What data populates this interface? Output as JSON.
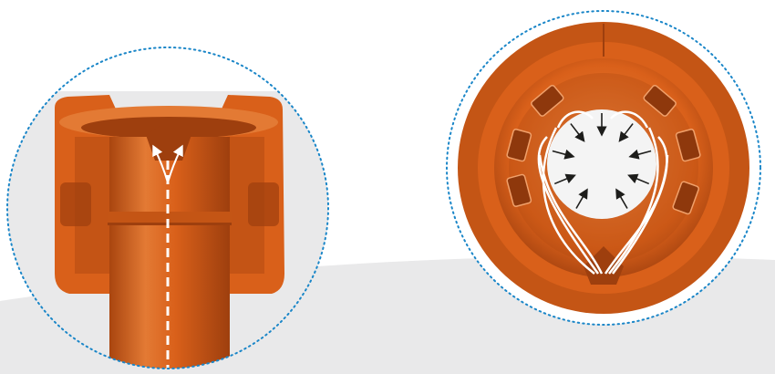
{
  "colors": {
    "background": "#ffffff",
    "backdrop_gray": "#e9e9ea",
    "part_orange": "#d9601a",
    "part_dark": "#9e3f0e",
    "part_light": "#ee8a45",
    "dotted_circle": "#1a86c8",
    "flow_arrow": "#ffffff",
    "flow_arrow_dark": "#1d1d1b",
    "cavity_white": "#f4f4f4"
  },
  "left_view": {
    "description_icon": "side-section-view-icon",
    "flow_lines": "dashed-injection-path"
  },
  "right_view": {
    "description_icon": "top-down-view-icon",
    "inward_arrow_count": 9,
    "lug_count": 6
  }
}
